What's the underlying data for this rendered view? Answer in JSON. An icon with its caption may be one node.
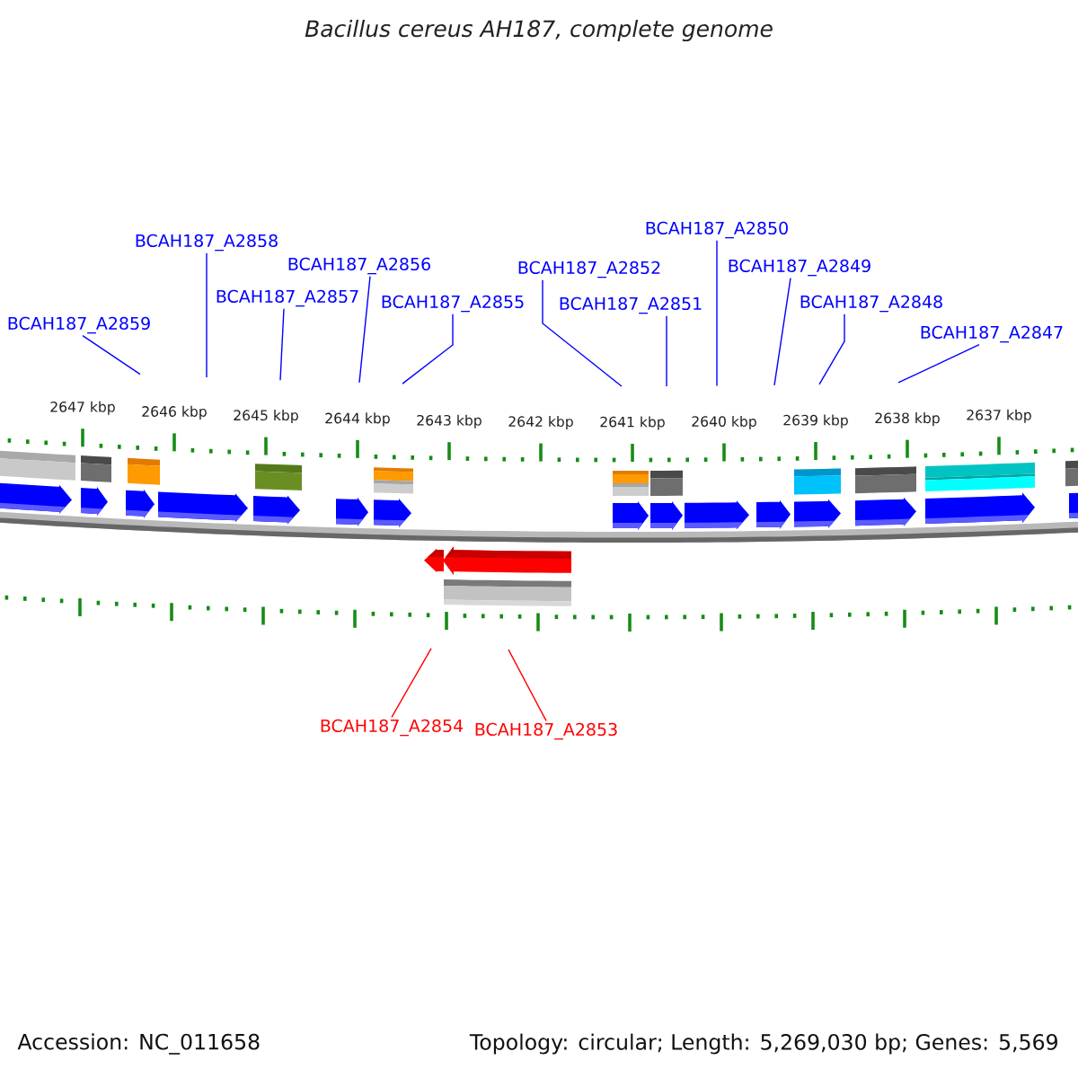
{
  "diagram": {
    "title": "Bacillus cereus AH187, complete genome",
    "nodes": [
      {
        "text": [
          "BCAH187_A2859"
        ]
      },
      {
        "text": [
          "BCAH187_A2858"
        ]
      },
      {
        "text": [
          "BCAH187_A2857"
        ]
      },
      {
        "text": [
          "BCAH187_A2856"
        ]
      },
      {
        "text": [
          "BCAH187_A2855"
        ]
      },
      {
        "text": [
          "BCAH187_A2852"
        ]
      },
      {
        "text": [
          "BCAH187_A2851"
        ]
      },
      {
        "text": [
          "BCAH187_A2850"
        ]
      },
      {
        "text": [
          "BCAH187_A2849"
        ]
      },
      {
        "text": [
          "BCAH187_A2848"
        ]
      },
      {
        "text": [
          "BCAH187_A2847"
        ]
      },
      {
        "text": [
          "BCAH187_A2854"
        ]
      },
      {
        "text": [
          "BCAH187_A2853"
        ]
      }
    ],
    "edges": [
      {
        "from": 0,
        "to": null,
        "arrow": "none"
      },
      {
        "from": 1,
        "to": null,
        "arrow": "none"
      },
      {
        "from": 2,
        "to": null,
        "arrow": "none"
      },
      {
        "from": 3,
        "to": null,
        "arrow": "none"
      },
      {
        "from": 4,
        "to": null,
        "arrow": "none"
      },
      {
        "from": 5,
        "to": null,
        "arrow": "none"
      },
      {
        "from": 6,
        "to": null,
        "arrow": "none"
      },
      {
        "from": 7,
        "to": null,
        "arrow": "none"
      },
      {
        "from": 8,
        "to": null,
        "arrow": "none"
      },
      {
        "from": 9,
        "to": null,
        "arrow": "none"
      },
      {
        "from": 10,
        "to": null,
        "arrow": "none"
      },
      {
        "from": 11,
        "to": null,
        "arrow": "none",
        "color": "#ff0000"
      },
      {
        "from": 12,
        "to": null,
        "arrow": "none",
        "color": "#ff0000"
      }
    ],
    "labels": [
      "2647 kbp",
      "2646 kbp",
      "2645 kbp",
      "2644 kbp",
      "2643 kbp",
      "2642 kbp",
      "2641 kbp",
      "2640 kbp",
      "2639 kbp",
      "2638 kbp",
      "2637 kbp",
      "Accession: NC_011658",
      "Topology: circular; Length: 5,269,030 bp; Genes: 5,569"
    ]
  }
}
